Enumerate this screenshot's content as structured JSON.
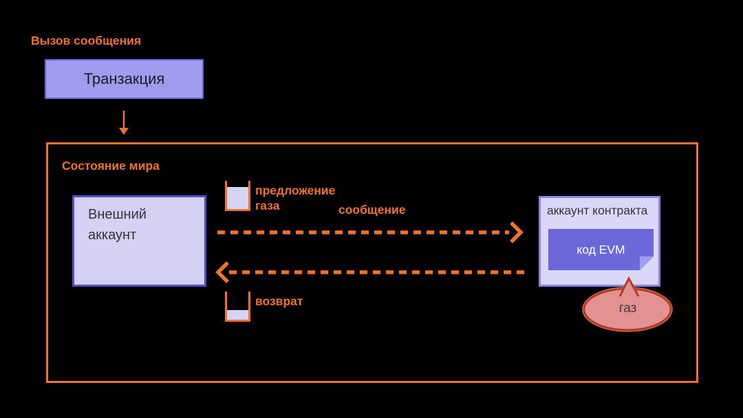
{
  "colors": {
    "background": "#000000",
    "accent_orange": "#F0722E",
    "transaction_fill": "#9F9BEE",
    "transaction_border": "#6C63D6",
    "account_fill": "#D3D0F1",
    "account_border": "#564EC8",
    "contract_fill": "#DAD8F6",
    "contract_border": "#8A84E2",
    "evm_fill": "#6B69DA",
    "evm_fold": "#9E9CF2",
    "cup_fill": "#D6D3F3",
    "bubble_fill": "#E39292",
    "bubble_border": "#B23A2C",
    "dark_text": "#33333D"
  },
  "icons": {
    "gas_supply_cup": "cup-mostly-full",
    "refund_cup": "cup-mostly-empty"
  },
  "diagram": {
    "flow_label": "Вызов сообщения",
    "transaction_label": "Транзакция",
    "world_state_label": "Состояние мира",
    "external_account_label": "Внешний аккаунт",
    "gas_supply_label": "предложение газа",
    "message_label": "сообщение",
    "refund_label": "возврат",
    "contract_account_label": "аккаунт контракта",
    "evm_code_label": "код EVM",
    "gas_label": "газ"
  }
}
